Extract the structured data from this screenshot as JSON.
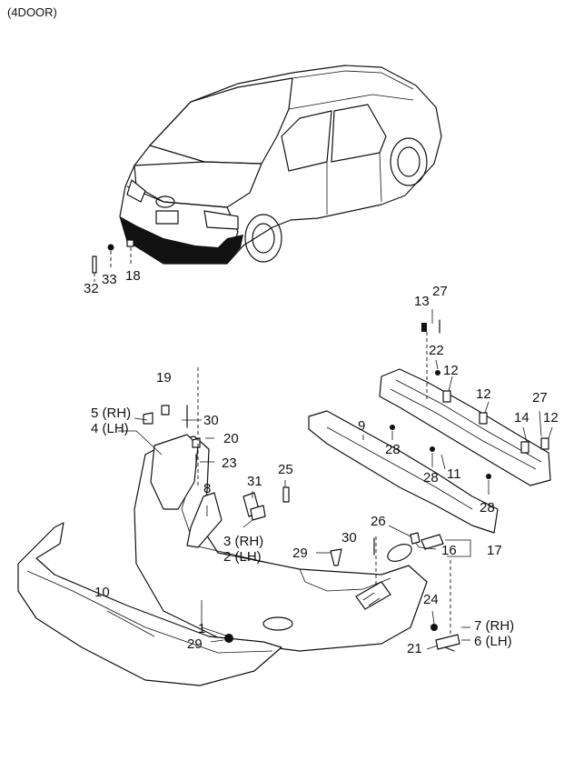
{
  "header": {
    "variant": "(4DOOR)"
  },
  "callouts": {
    "c1": "1",
    "c2": "2 (LH)",
    "c3": "3 (RH)",
    "c4": "4 (LH)",
    "c5": "5 (RH)",
    "c6": "6 (LH)",
    "c7": "7 (RH)",
    "c8": "8",
    "c9": "9",
    "c10": "10",
    "c11": "11",
    "c12a": "12",
    "c12b": "12",
    "c12c": "12",
    "c13": "13",
    "c14": "14",
    "c16": "16",
    "c17": "17",
    "c18": "18",
    "c19": "19",
    "c20": "20",
    "c21": "21",
    "c22": "22",
    "c23": "23",
    "c24": "24",
    "c25": "25",
    "c26": "26",
    "c27a": "27",
    "c27b": "27",
    "c28a": "28",
    "c28b": "28",
    "c28c": "28",
    "c29a": "29",
    "c29b": "29",
    "c30a": "30",
    "c30b": "30",
    "c31": "31",
    "c32": "32",
    "c33": "33"
  }
}
